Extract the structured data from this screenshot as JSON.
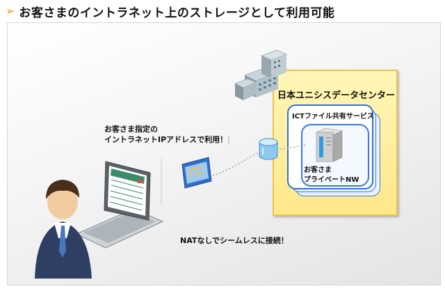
{
  "heading": {
    "arrow": "➢",
    "title": "お客さまのイントラネット上のストレージとして利用可能"
  },
  "datacenter": {
    "label": "日本ユニシスデータセンター"
  },
  "ict": {
    "label": "ICTファイル共有サービス"
  },
  "private_nw": {
    "label": "お客さま\nプライベートNW"
  },
  "captions": {
    "intranet_ip": "お客さま指定の\nイントラネットIPアドレスで利用！",
    "nat": "NATなしでシームレスに接続！"
  },
  "colors": {
    "heading_arrow": "#f39800",
    "datacenter_fill": "#ffe88a",
    "datacenter_border": "#f1c24a",
    "network_border": "#2f6fd6"
  },
  "icons": [
    "building-icon",
    "server-icon",
    "storage-disk-icon",
    "network-switch-icon",
    "laptop-icon",
    "user-person-icon"
  ]
}
